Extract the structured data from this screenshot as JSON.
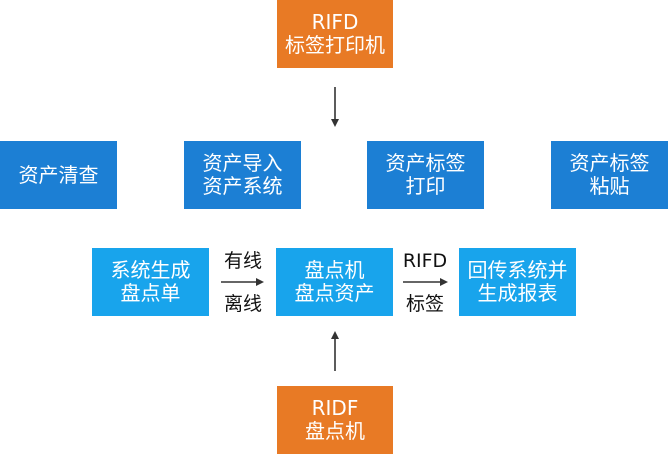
{
  "top_printer": {
    "line1": "RIFD",
    "line2": "标签打印机"
  },
  "modules": [
    {
      "line1": "资产清查",
      "line2": ""
    },
    {
      "line1": "资产导入",
      "line2": "资产系统"
    },
    {
      "line1": "资产标签",
      "line2": "打印"
    },
    {
      "line1": "资产标签",
      "line2": "粘贴"
    }
  ],
  "flow": {
    "generate": {
      "line1": "系统生成",
      "line2": "盘点单"
    },
    "mode_online": "有线",
    "mode_offline": "离线",
    "scanner": {
      "line1": "盘点机",
      "line2": "盘点资产"
    },
    "rfid_tag_top": "RIFD",
    "rfid_tag_bottom": "标签",
    "report": {
      "line1": "回传系统并",
      "line2": "生成报表"
    }
  },
  "bottom_device": {
    "line1": "RIDF",
    "line2": "盘点机"
  },
  "colors": {
    "orange": "#e87a25",
    "dark_blue": "#1c7fd4",
    "light_blue": "#18a4ec"
  }
}
